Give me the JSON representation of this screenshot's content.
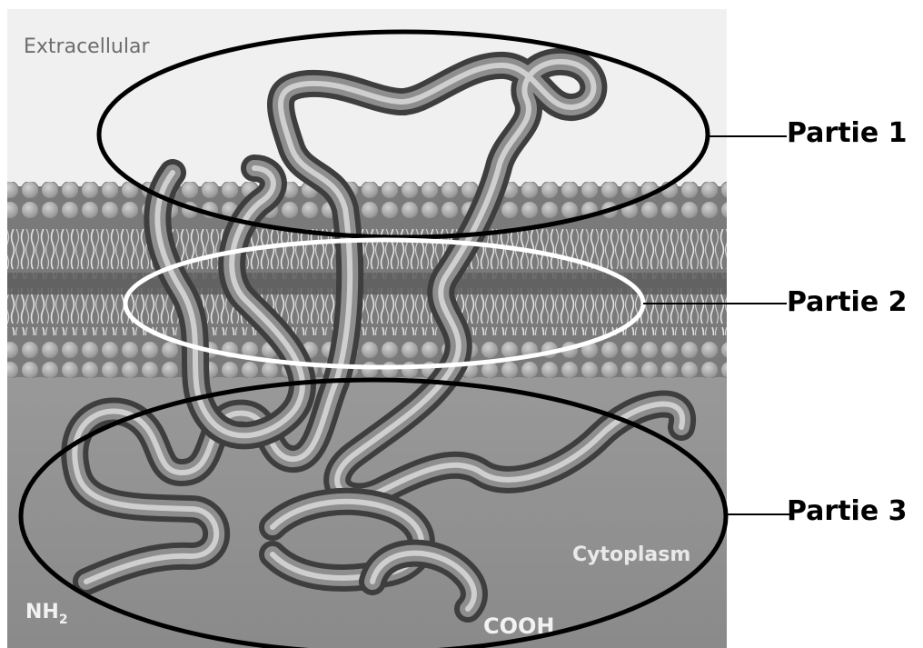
{
  "diagram": {
    "regions": {
      "extracellular": "Extracellular",
      "cytoplasm": "Cytoplasm"
    },
    "termini": {
      "n_terminus": "NH",
      "n_terminus_subscript": "2",
      "c_terminus": "COOH"
    },
    "parts": [
      {
        "label": "Partie 1",
        "ring_color": "#000000"
      },
      {
        "label": "Partie 2",
        "ring_color": "#ffffff"
      },
      {
        "label": "Partie 3",
        "ring_color": "#000000"
      }
    ]
  },
  "colors": {
    "background": "#ffffff",
    "extracellular_fill": "#f0f0f0",
    "cytoplasm_fill": "#8f8f8f",
    "membrane_head": "#a9a9a9",
    "membrane_core": "#6c6c6c",
    "protein_strand": "#555555"
  }
}
